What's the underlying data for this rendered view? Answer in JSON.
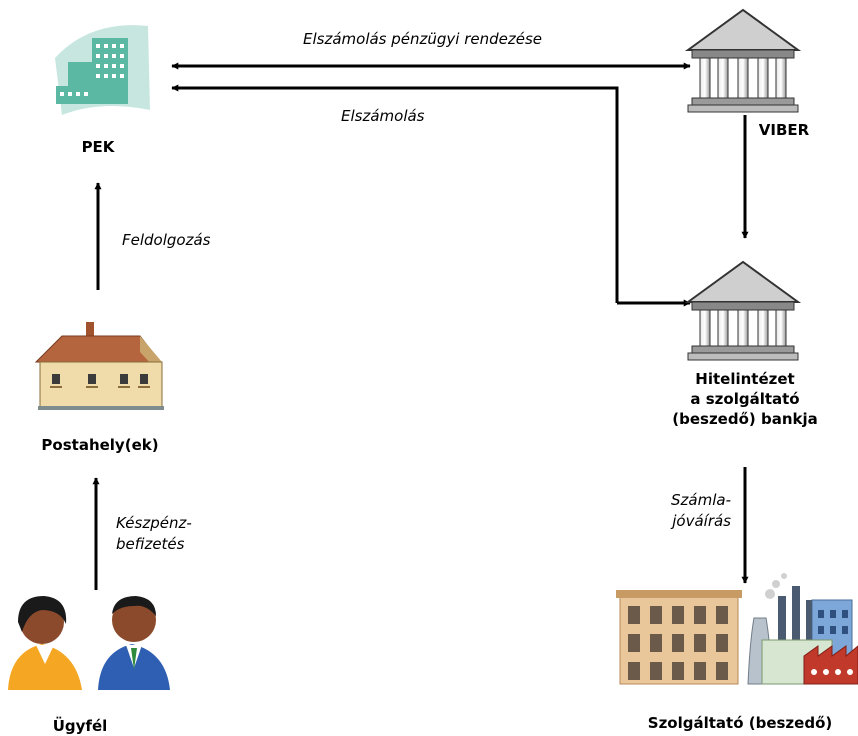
{
  "nodes": {
    "pek": "PEK",
    "viber": "VIBER",
    "postahely": "Postahely(ek)",
    "hitelintezet": [
      "Hitelintézet",
      "a szolgáltató",
      "(beszedő) bankja"
    ],
    "ugyfel": "Ügyfél",
    "szolgaltato": "Szolgáltató (beszedő)"
  },
  "edges": {
    "elszamolas_penzugyi": "Elszámolás pénzügyi rendezése",
    "elszamolas": "Elszámolás",
    "feldolgozas": "Feldolgozás",
    "keszpenz": [
      "Készpénz-",
      "befizetés"
    ],
    "szamla": [
      "Számla-",
      "jóváírás"
    ]
  },
  "icons": {
    "pek": "building-icon",
    "viber": "bank-icon",
    "hitelintezet": "bank-icon",
    "postahely": "house-icon",
    "ugyfel": "people-icon",
    "szolgaltato": "city-factory-icon"
  },
  "colors": {
    "pek_icon": "#5bb8a3",
    "arrow": "#000000"
  }
}
